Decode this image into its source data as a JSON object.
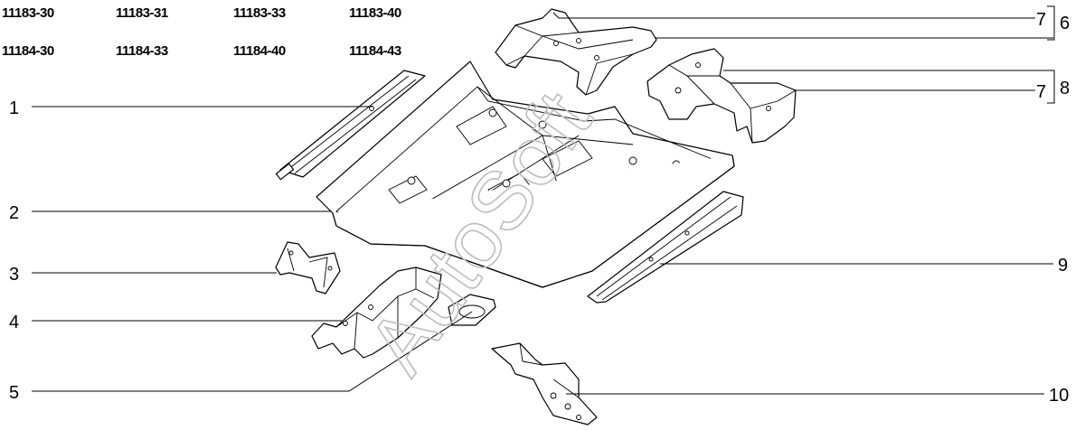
{
  "part_codes": {
    "row1": [
      "11183-30",
      "11183-31",
      "11183-33",
      "11183-40"
    ],
    "row2": [
      "11184-30",
      "11184-33",
      "11184-40",
      "11184-43"
    ]
  },
  "callouts": {
    "c1": "1",
    "c2": "2",
    "c3": "3",
    "c4": "4",
    "c5": "5",
    "c6": "6",
    "c7a": "7",
    "c7b": "7",
    "c8": "8",
    "c9": "9",
    "c10": "10"
  },
  "watermark": "AutoSoft"
}
